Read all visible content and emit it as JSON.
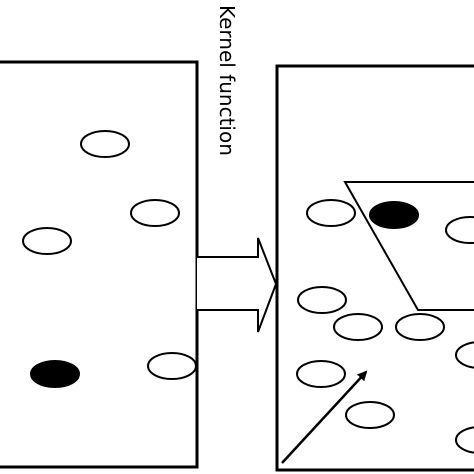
{
  "diagram": {
    "label": "Kernel function",
    "stroke_color": "#000000",
    "background_color": "#ffffff",
    "point_fill_open": "#ffffff",
    "point_fill_filled": "#000000",
    "input_space": {
      "points": [
        {
          "name": "open-point",
          "filled": false
        },
        {
          "name": "open-point",
          "filled": false
        },
        {
          "name": "open-point",
          "filled": false
        },
        {
          "name": "filled-point",
          "filled": true
        },
        {
          "name": "open-point",
          "filled": false
        }
      ]
    },
    "feature_space": {
      "points": [
        {
          "name": "open-point",
          "filled": false
        },
        {
          "name": "filled-point",
          "filled": true
        },
        {
          "name": "open-point",
          "filled": false
        },
        {
          "name": "open-point",
          "filled": false
        },
        {
          "name": "open-point",
          "filled": false
        },
        {
          "name": "open-point",
          "filled": false
        },
        {
          "name": "open-point",
          "filled": false
        },
        {
          "name": "open-point",
          "filled": false
        },
        {
          "name": "open-point",
          "filled": false
        },
        {
          "name": "open-point",
          "filled": false
        }
      ]
    }
  }
}
